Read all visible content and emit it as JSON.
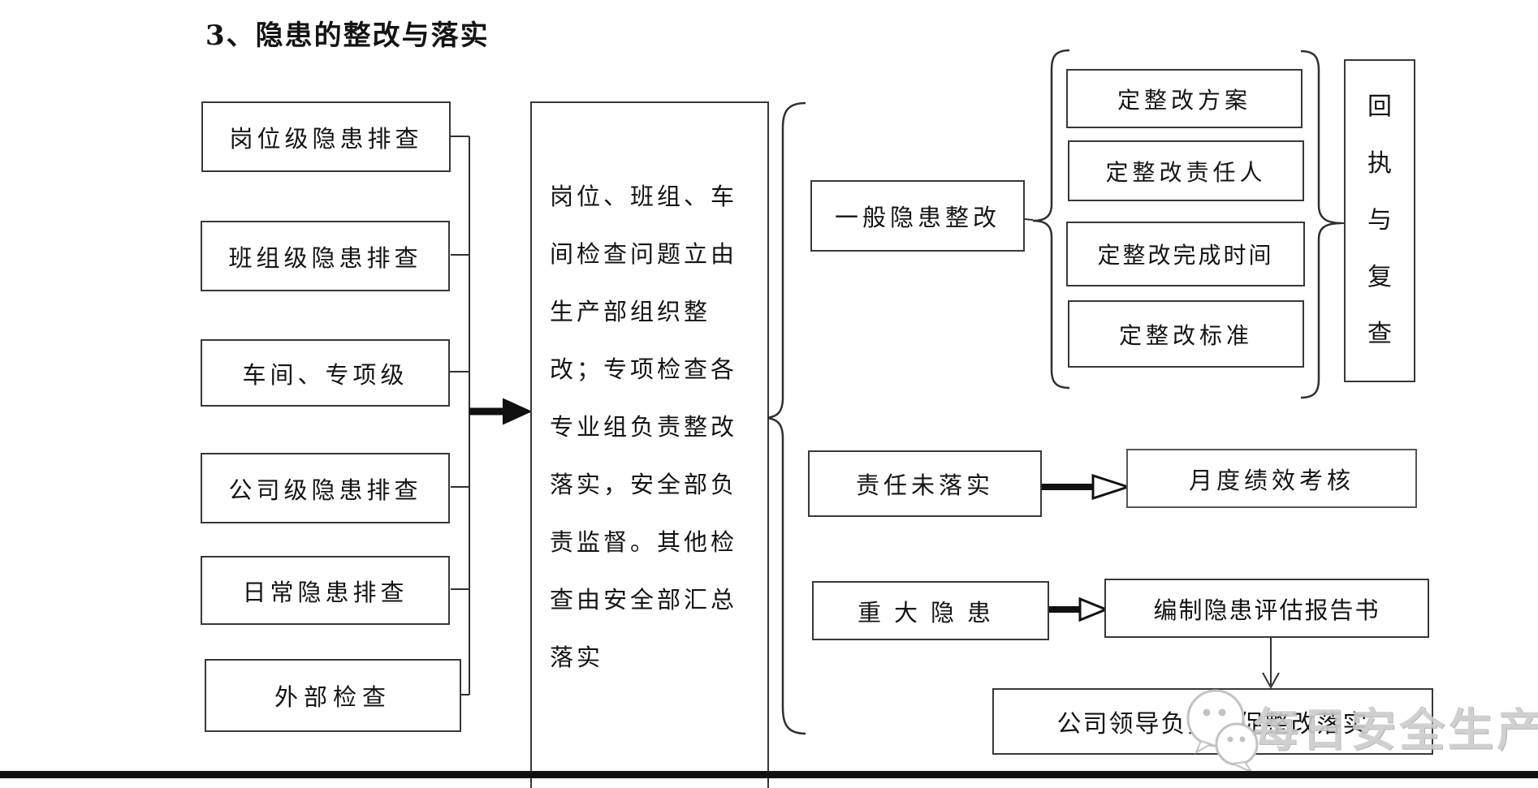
{
  "title": "3、隐患的整改与落实",
  "left_column": {
    "boxes": [
      {
        "label": "岗位级隐患排查"
      },
      {
        "label": "班组级隐患排查"
      },
      {
        "label": "车间、专项级"
      },
      {
        "label": "公司级隐患排查"
      },
      {
        "label": "日常隐患排查"
      },
      {
        "label": "外部检查"
      }
    ]
  },
  "center": {
    "text": "岗位、班组、车\n间检查问题立由\n生产部组织整\n改；专项检查各\n专业组负责整改\n落实，安全部负\n责监督。其他检\n查由安全部汇总\n落实"
  },
  "branches": {
    "general": {
      "label": "一般隐患整改",
      "steps": [
        {
          "label": "定整改方案"
        },
        {
          "label": "定整改责任人"
        },
        {
          "label": "定整改完成时间"
        },
        {
          "label": "定整改标准"
        }
      ],
      "result": "回\n执\n与\n复\n查"
    },
    "unfulfilled": {
      "label": "责任未落实",
      "result": "月度绩效考核"
    },
    "major": {
      "label": "重大隐患",
      "result": "编制隐患评估报告书",
      "final": "公司领导负责督促整改落实"
    }
  },
  "watermark": {
    "text": "每日安全生产",
    "icon": "wechat-icon"
  },
  "colors": {
    "line": "#2f2f2f",
    "text": "#141414",
    "watermark": "#cbcbcb"
  }
}
